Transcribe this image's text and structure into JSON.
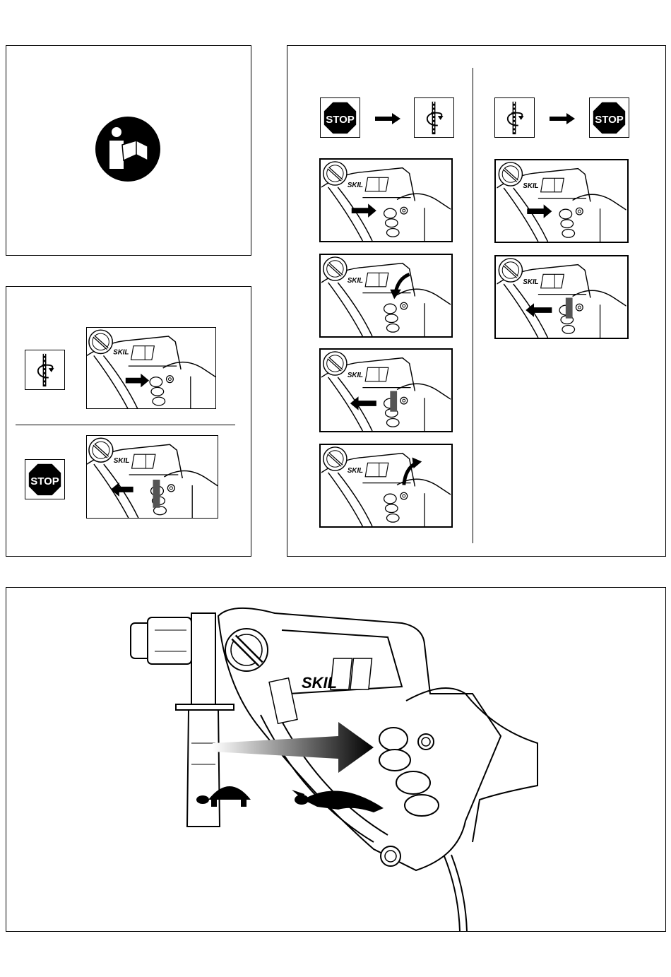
{
  "symbols": {
    "stop_label": "STOP",
    "brand_logo": "SKIL"
  },
  "panels": {
    "manual": {
      "icon": "read-manual-icon"
    },
    "switch_basic": {
      "rows": [
        {
          "symbol": "rotation-on-icon",
          "action": "press-trigger"
        },
        {
          "symbol": "stop-sign-icon",
          "action": "release-trigger"
        }
      ]
    },
    "switch_lock": {
      "columns": [
        {
          "from": "stop-sign-icon",
          "to": "rotation-on-icon",
          "steps": [
            "press-trigger",
            "push-lock-button",
            "release-trigger",
            "lift-finger"
          ]
        },
        {
          "from": "rotation-on-icon",
          "to": "stop-sign-icon",
          "steps": [
            "press-trigger",
            "release-trigger"
          ]
        }
      ]
    },
    "variable_speed": {
      "icons": [
        "turtle-slow-icon",
        "hare-fast-icon"
      ],
      "colors": {
        "gradient_start": "#ffffff",
        "gradient_end": "#000000"
      }
    }
  }
}
